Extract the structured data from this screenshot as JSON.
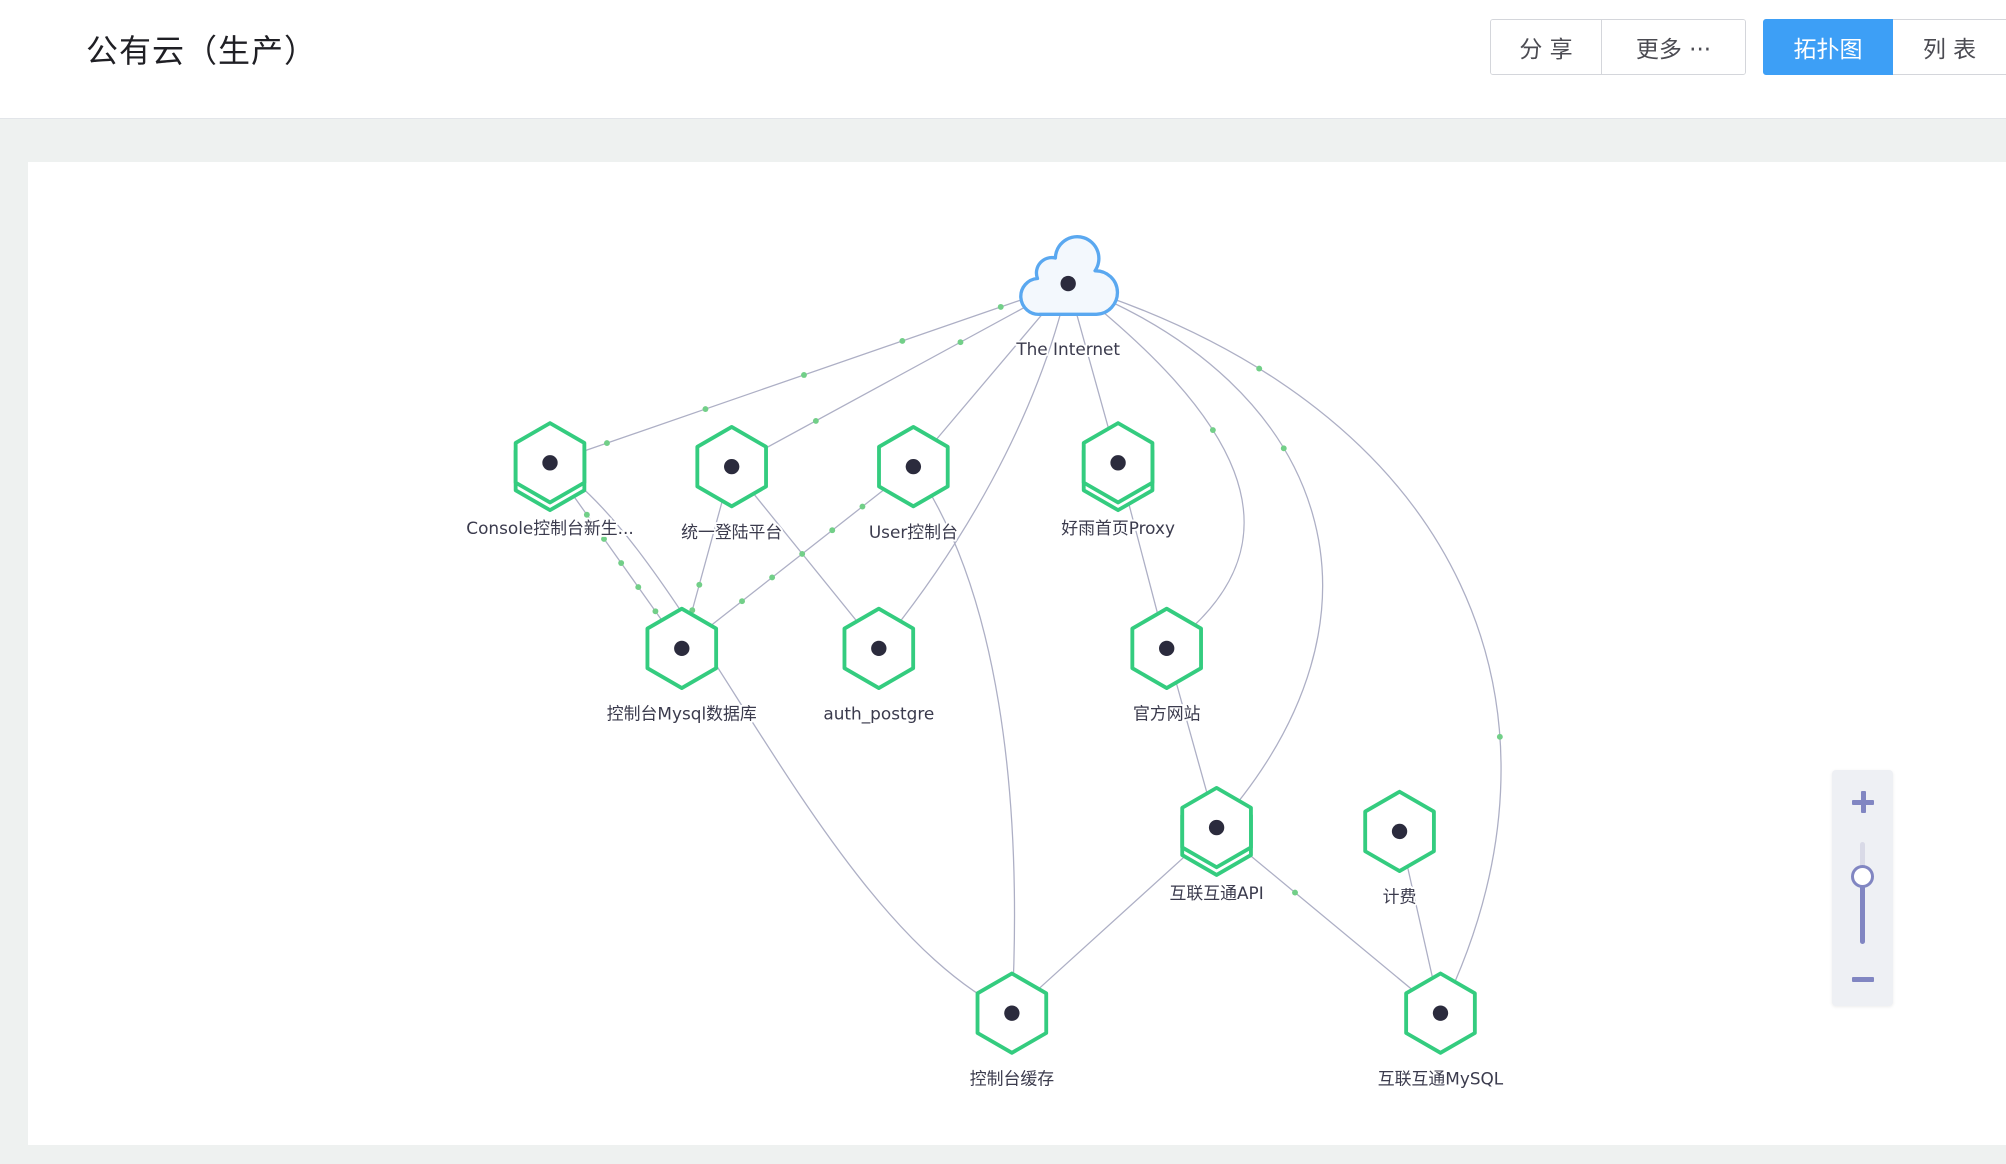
{
  "header": {
    "title": "公有云（生产）",
    "actions": {
      "share": "分 享",
      "more": "更多 ···"
    },
    "view_toggle": {
      "topology": "拓扑图",
      "list": "列 表",
      "topology_active": true
    }
  },
  "topology": {
    "nodes": [
      {
        "label": "The Internet",
        "icon": "cloud-icon",
        "stacked": false
      },
      {
        "label": "Console控制台新生...",
        "icon": "hexagon-icon",
        "stacked": true
      },
      {
        "label": "统一登陆平台",
        "icon": "hexagon-icon",
        "stacked": false
      },
      {
        "label": "User控制台",
        "icon": "hexagon-icon",
        "stacked": false
      },
      {
        "label": "好雨首页Proxy",
        "icon": "hexagon-icon",
        "stacked": true
      },
      {
        "label": "控制台Mysql数据库",
        "icon": "hexagon-icon",
        "stacked": false
      },
      {
        "label": "auth_postgre",
        "icon": "hexagon-icon",
        "stacked": false
      },
      {
        "label": "官方网站",
        "icon": "hexagon-icon",
        "stacked": false
      },
      {
        "label": "互联互通API",
        "icon": "hexagon-icon",
        "stacked": true
      },
      {
        "label": "计费",
        "icon": "hexagon-icon",
        "stacked": false
      },
      {
        "label": "控制台缓存",
        "icon": "hexagon-icon",
        "stacked": false
      },
      {
        "label": "互联互通MySQL",
        "icon": "hexagon-icon",
        "stacked": false
      }
    ],
    "edges": [
      {
        "from": 0,
        "to": 1,
        "traffic": true
      },
      {
        "from": 0,
        "to": 2,
        "traffic": true
      },
      {
        "from": 0,
        "to": 3,
        "traffic": false
      },
      {
        "from": 0,
        "to": 4,
        "traffic": false
      },
      {
        "from": 0,
        "to": 6,
        "traffic": false
      },
      {
        "from": 0,
        "to": 7,
        "traffic": true
      },
      {
        "from": 0,
        "to": 8,
        "traffic": true
      },
      {
        "from": 0,
        "to": 11,
        "traffic": true
      },
      {
        "from": 1,
        "to": 5,
        "traffic": true
      },
      {
        "from": 1,
        "to": 10,
        "traffic": false
      },
      {
        "from": 2,
        "to": 5,
        "traffic": true
      },
      {
        "from": 2,
        "to": 6,
        "traffic": false
      },
      {
        "from": 3,
        "to": 5,
        "traffic": true
      },
      {
        "from": 3,
        "to": 10,
        "traffic": false
      },
      {
        "from": 4,
        "to": 7,
        "traffic": false
      },
      {
        "from": 7,
        "to": 8,
        "traffic": false
      },
      {
        "from": 8,
        "to": 10,
        "traffic": false
      },
      {
        "from": 8,
        "to": 11,
        "traffic": true
      },
      {
        "from": 9,
        "to": 11,
        "traffic": false
      }
    ]
  },
  "zoom": {
    "level": 0.66,
    "zoom_in_icon": "plus-icon",
    "zoom_out_icon": "minus-icon"
  },
  "colors": {
    "accent": "#3d9ff6",
    "node_stroke": "#34cc7f",
    "node_center": "#2b2b3d",
    "cloud_stroke": "#5aa8f0",
    "cloud_fill": "#f3f8fd",
    "edge": "#adafc5",
    "traffic_dot": "#72cf88",
    "zoom_control": "#8186c2"
  }
}
